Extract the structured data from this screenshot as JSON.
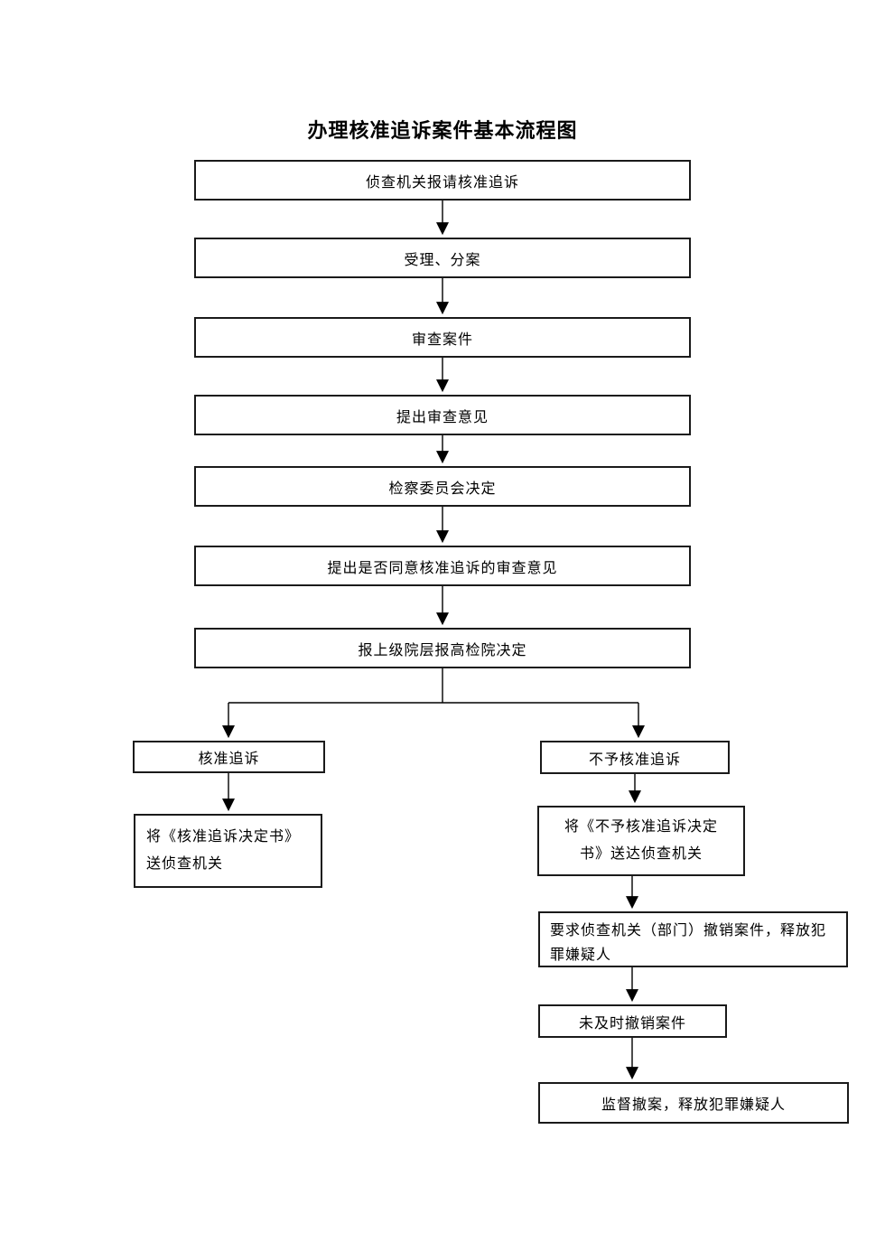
{
  "title": "办理核准追诉案件基本流程图",
  "flowchart": {
    "nodes": {
      "report_request": {
        "label": "侦查机关报请核准追诉"
      },
      "accept_assign": {
        "label": "受理、分案"
      },
      "review_case": {
        "label": "审查案件"
      },
      "review_opinion": {
        "label": "提出审查意见"
      },
      "committee_decision": {
        "label": "检察委员会决定"
      },
      "approval_opinion": {
        "label": "提出是否同意核准追诉的审查意见"
      },
      "report_higher": {
        "label": "报上级院层报高检院决定"
      },
      "approve": {
        "label": "核准追诉"
      },
      "approve_deliver": {
        "lines": [
          "将《核准追诉决定书》",
          "送侦查机关"
        ]
      },
      "disapprove": {
        "label": "不予核准追诉"
      },
      "disapprove_deliver": {
        "lines": [
          "将《不予核准追诉决定",
          "书》送达侦查机关"
        ]
      },
      "request_withdraw": {
        "lines": [
          "要求侦查机关（部门）撤销案件，释放犯",
          "罪嫌疑人"
        ]
      },
      "not_withdrawn": {
        "label": "未及时撤销案件"
      },
      "supervise_withdraw": {
        "label": "监督撤案，释放犯罪嫌疑人"
      }
    },
    "colors": {
      "line": "#000000",
      "border": "#1a1a1a",
      "background": "#ffffff",
      "text": "#000000"
    }
  }
}
